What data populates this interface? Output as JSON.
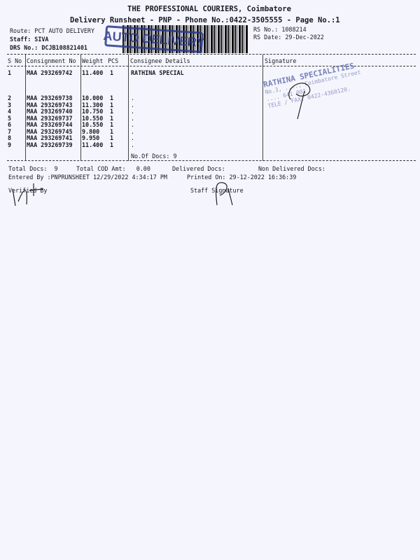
{
  "header": {
    "title": "THE PROFESSIONAL COURIERS, Coimbatore",
    "subtitle": "Delivery Runsheet - PNP - Phone No.:0422-3505555 - Page No.:1",
    "route": "Route: PCT AUTO DELIVERY",
    "staff": "Staff: SIVA",
    "drs": "DRS No.: DCJB108821401",
    "rs_no": "RS No.: 1088214",
    "rs_date": "RS Date: 29-Dec-2022"
  },
  "stamp": {
    "text": "AUTO DELIVERY"
  },
  "table": {
    "columns": [
      "S No",
      "Consignment No",
      "Weight",
      "PCS",
      "Consignee Details",
      "Signature"
    ],
    "rows": [
      {
        "sno": "1",
        "cons": "MAA 293269742",
        "weight": "11.400",
        "pcs": "1",
        "details": "RATHINA SPECIAL"
      },
      {
        "sno": "2",
        "cons": "MAA 293269738",
        "weight": "10.000",
        "pcs": "1",
        "details": "."
      },
      {
        "sno": "3",
        "cons": "MAA 293269743",
        "weight": "11.300",
        "pcs": "1",
        "details": "."
      },
      {
        "sno": "4",
        "cons": "MAA 293269740",
        "weight": "10.750",
        "pcs": "1",
        "details": "."
      },
      {
        "sno": "5",
        "cons": "MAA 293269737",
        "weight": "10.550",
        "pcs": "1",
        "details": "."
      },
      {
        "sno": "6",
        "cons": "MAA 293269744",
        "weight": "10.550",
        "pcs": "1",
        "details": "."
      },
      {
        "sno": "7",
        "cons": "MAA 293269745",
        "weight": "9.800",
        "pcs": "1",
        "details": "."
      },
      {
        "sno": "8",
        "cons": "MAA 293269741",
        "weight": "9.950",
        "pcs": "1",
        "details": "."
      },
      {
        "sno": "9",
        "cons": "MAA 293269739",
        "weight": "11.400",
        "pcs": "1",
        "details": "."
      }
    ],
    "no_of_docs": "No.Of Docs: 9"
  },
  "seal": {
    "text": "RATHINA SPECIALITIES"
  },
  "footer": {
    "total_docs": "Total Docs:  9",
    "total_cod": "Total COD Amt:   0.00",
    "delivered": "Delivered Docs:",
    "non_delivered": "Non Delivered Docs:",
    "entered_by": "Entered By :PNPRUNSHEET 12/29/2022 4:34:17 PM",
    "printed_on": "Printed On: 29-12-2022 16:36:39",
    "verified_by": "Verified By",
    "staff_signature": "Staff Signature"
  }
}
